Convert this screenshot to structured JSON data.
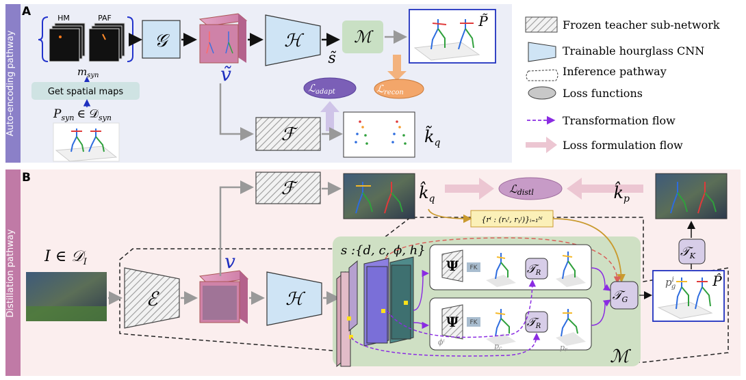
{
  "panel_a": {
    "letter": "A",
    "side_label": "Auto-encoding pathway",
    "hm_label": "HM",
    "paf_label": "PAF",
    "m_syn": "m",
    "m_syn_sub": "syn",
    "spatial_maps_btn": "Get spatial maps",
    "p_syn": "P",
    "p_syn_sub": "syn",
    "in_d_syn": "∈ 𝒟",
    "d_syn_sub": "syn",
    "G": "𝒢",
    "H": "ℋ",
    "M": "ℳ",
    "F": "ℱ",
    "s_tilde": "s̃",
    "v_tilde": "ṽ",
    "P_tilde": "P̃",
    "k_q_tilde": "k̃",
    "k_q_sub": "q",
    "L_adapt": "ℒ",
    "L_adapt_sub": "adapt",
    "L_recon": "ℒ",
    "L_recon_sub": "recon"
  },
  "legend": [
    {
      "icon": "frozen-icon",
      "label": "Frozen teacher sub-network"
    },
    {
      "icon": "hourglass-icon",
      "label": "Trainable hourglass CNN"
    },
    {
      "icon": "inference-icon",
      "label": "Inference pathway"
    },
    {
      "icon": "loss-icon",
      "label": "Loss functions"
    },
    {
      "icon": "transform-arrow-icon",
      "label": "Transformation flow"
    },
    {
      "icon": "loss-arrow-icon",
      "label": "Loss formulation flow"
    }
  ],
  "panel_b": {
    "letter": "B",
    "side_label": "Distillation pathway",
    "I_in": "I ∈ 𝒟",
    "I_sub": "I",
    "E": "ℰ",
    "F": "ℱ",
    "H": "ℋ",
    "v": "v",
    "k_q_hat": "k̂",
    "k_q_sub": "q",
    "k_p_hat": "k̂",
    "k_p_sub": "p",
    "L_distl": "ℒ",
    "L_distl_sub": "distl",
    "r_set": "{rⁱ : (rₓⁱ, rᵧⁱ)}ᵢ₌₁ᴺ",
    "s_label": "s :{d, c, ϕ, h}",
    "psi": "Ψ",
    "fk": "FK",
    "T_R": "𝒯",
    "T_R_sub": "R",
    "T_G": "𝒯",
    "T_G_sub": "G",
    "T_K": "𝒯",
    "T_K_sub": "K",
    "phi_i": "ϕⁱ",
    "p_c": "p",
    "p_c_sub": "c",
    "p_r": "p",
    "p_r_sub": "r",
    "p_g": "p",
    "p_g_sub": "g",
    "p_g_sup": "i",
    "P_hat": "P̂",
    "M": "ℳ"
  },
  "colors": {
    "panel_a_bg": "#eceef7",
    "panel_b_bg": "#fbeeee",
    "side_a": "#8b80c8",
    "side_b": "#c07aa6",
    "hourglass_fill": "#cfe4f5",
    "g_fill": "#cfe4f5",
    "m_fill": "#c9e0c4",
    "cube_fill": "#d07aa3",
    "loss_purple": "#7b5fb7",
    "loss_orange": "#f3a66a",
    "distl_fill": "#c79bc7",
    "t_fill": "#d7cde8",
    "m_region": "#cfe0c4",
    "blue_border": "#1e2fbf",
    "purple_arrow": "#8a2be2",
    "gold_arrow": "#c99a2e",
    "red_dash": "#d9605a"
  }
}
